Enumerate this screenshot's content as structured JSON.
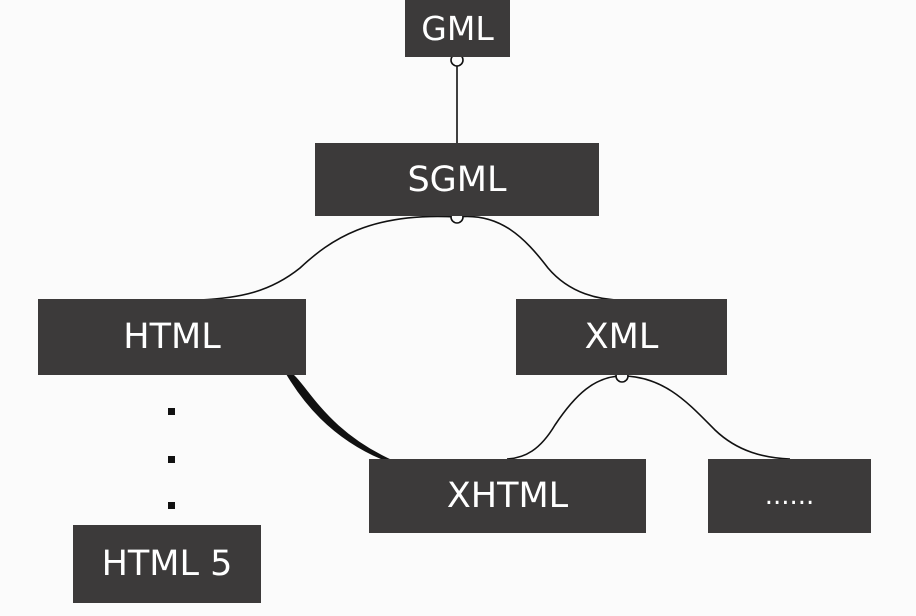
{
  "diagram": {
    "nodes": {
      "gml": "GML",
      "sgml": "SGML",
      "html": "HTML",
      "xml": "XML",
      "xhtml": "XHTML",
      "etc": "......",
      "html5": "HTML 5"
    },
    "colors": {
      "node_fill": "#3c3a3a",
      "node_text": "#ffffff",
      "line": "#111111",
      "background": "#fbfbfb"
    }
  }
}
